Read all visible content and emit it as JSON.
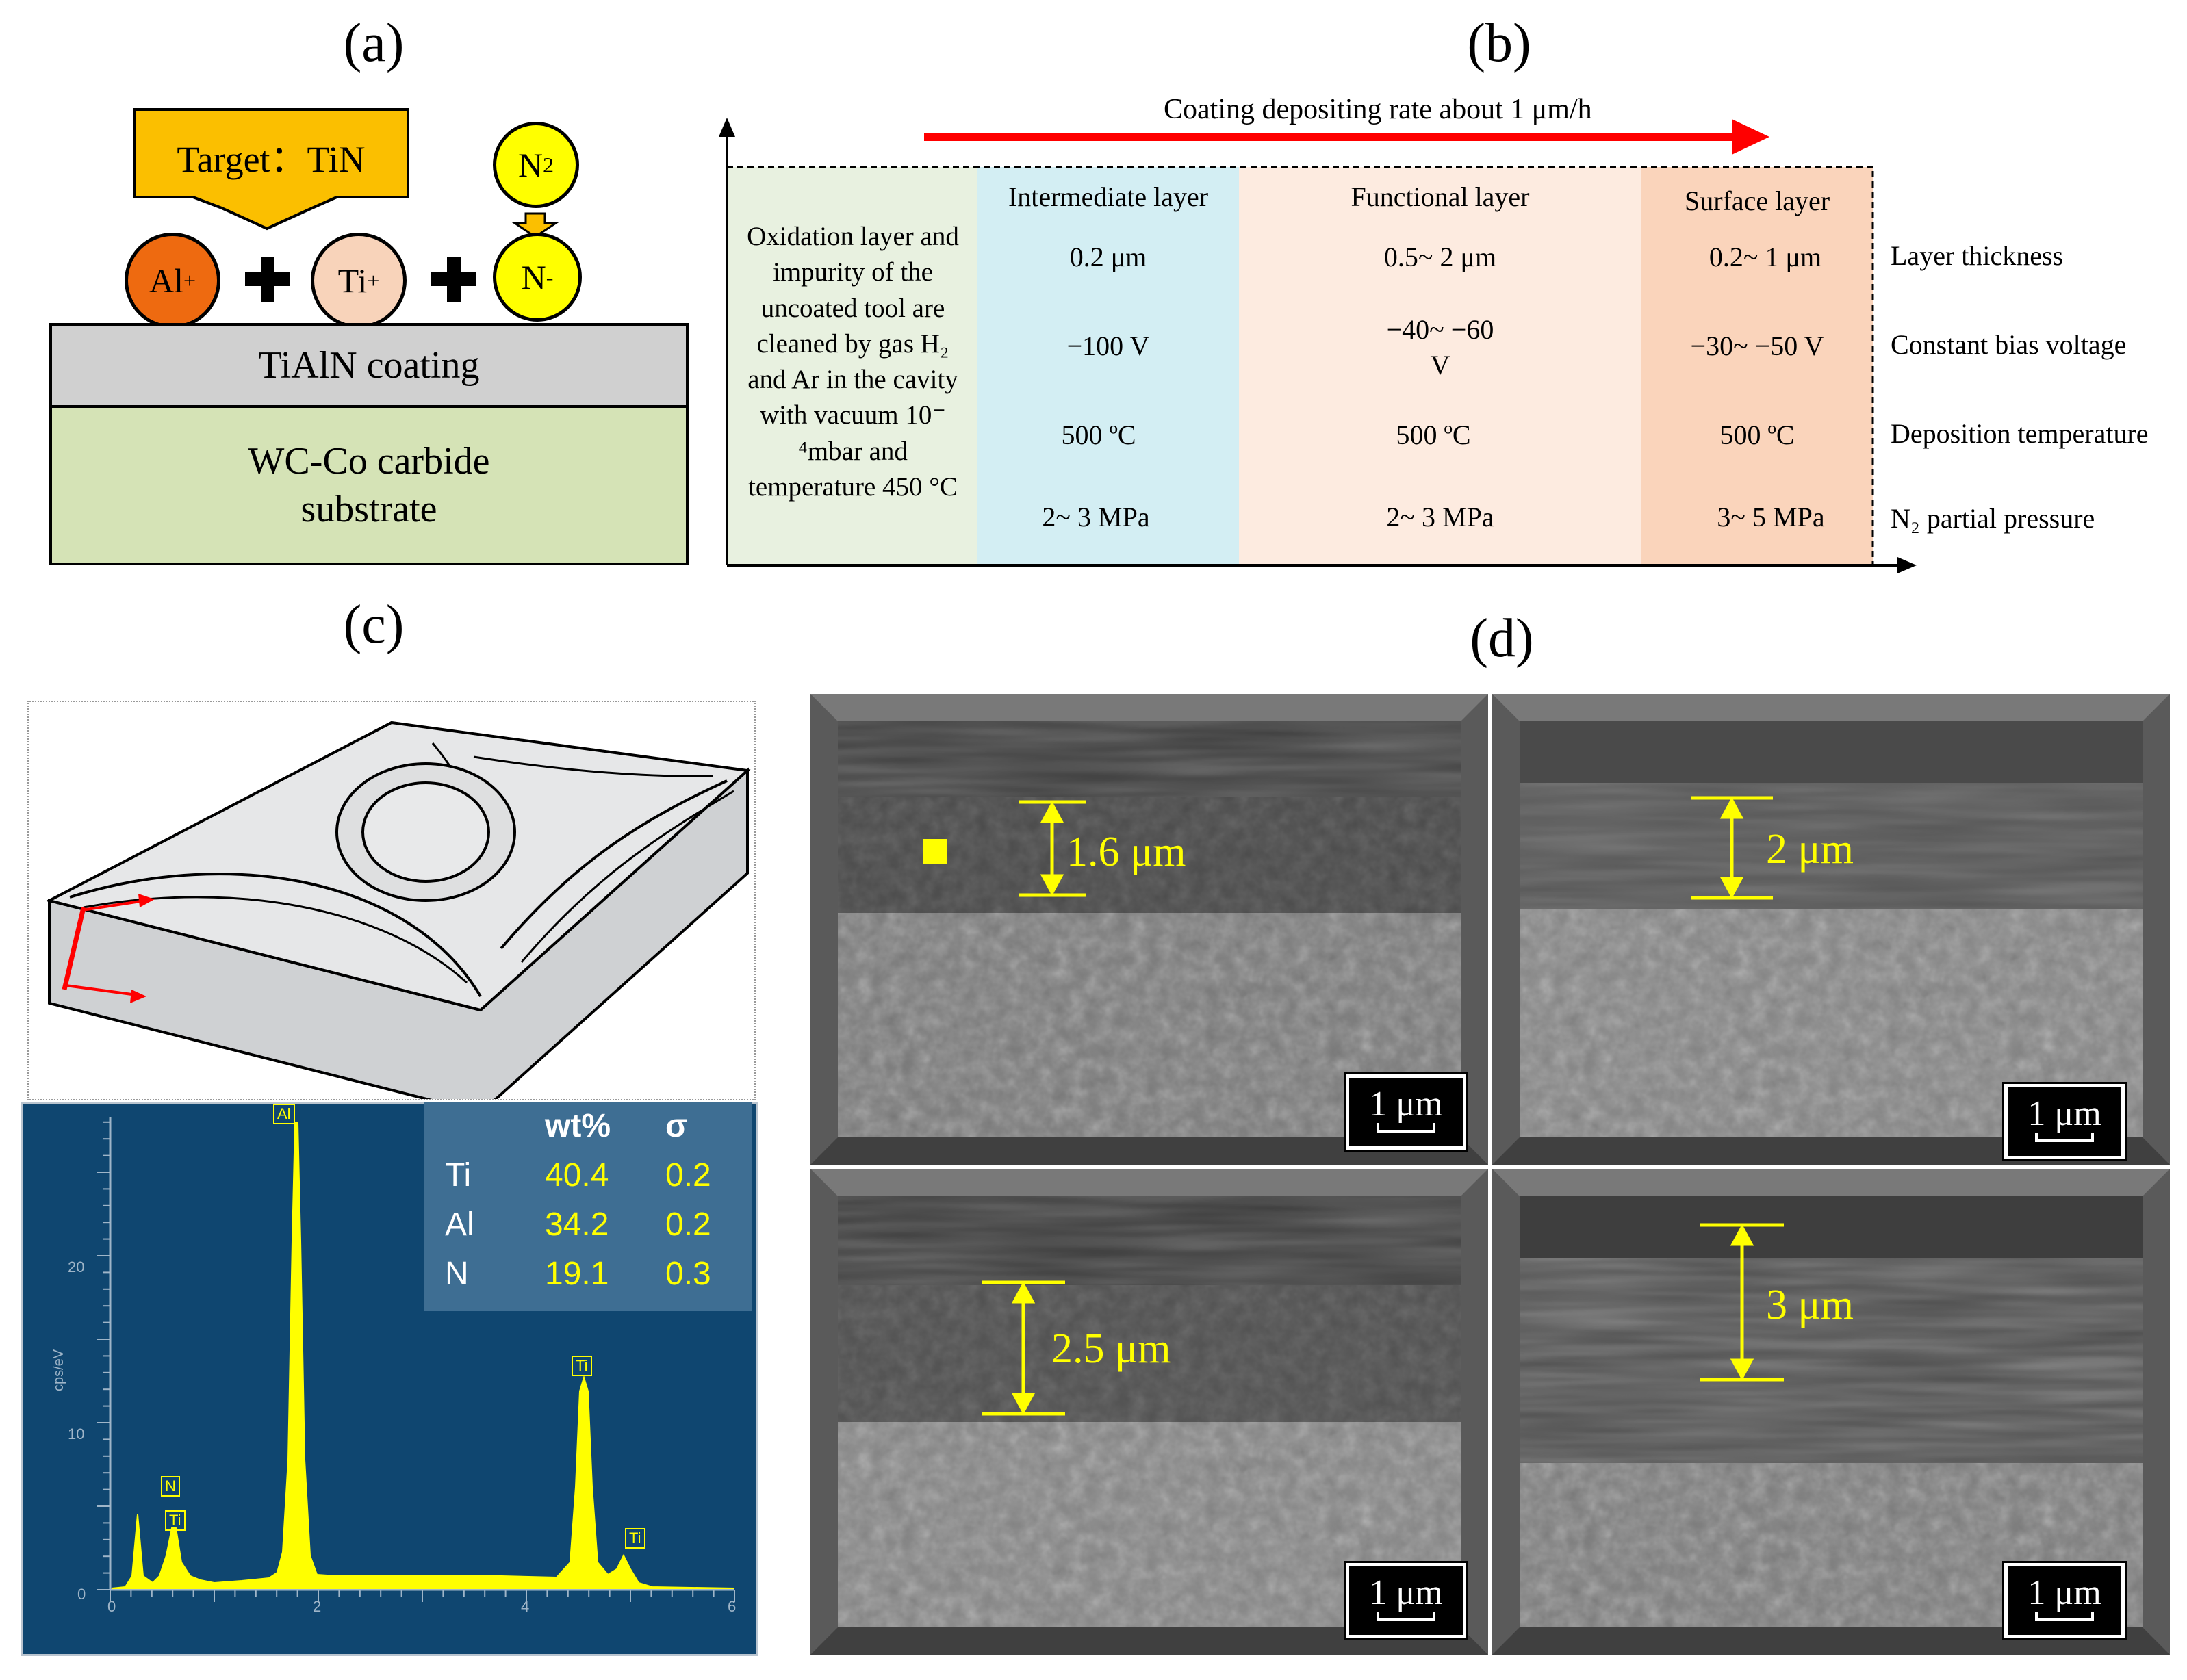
{
  "panels": {
    "a": {
      "label": "(a)",
      "target": "Target：TiN",
      "n2": "N",
      "n2_sub": "2",
      "ions": [
        {
          "base": "Al",
          "sup": "+",
          "color": "#ee6a10"
        },
        {
          "base": "Ti",
          "sup": "+",
          "color": "#f8d3ba"
        },
        {
          "base": "N",
          "sup": "-",
          "color": "#ffff00"
        }
      ],
      "coating": "TiAlN coating",
      "substrate_line1": "WC-Co carbide",
      "substrate_line2": "substrate"
    },
    "b": {
      "label": "(b)",
      "rate": "Coating depositing rate about 1 μm/h",
      "cleaning_lines": [
        "Oxidation layer and",
        "impurity of the",
        "uncoated tool are",
        "cleaned by gas H₂",
        "and Ar in the cavity",
        "with vacuum 10⁻",
        "⁴mbar and",
        "temperature 450 °C"
      ],
      "columns": [
        {
          "header": "Intermediate layer",
          "color": "#d3eef3",
          "thickness": "0.2 μm",
          "bias": "−100 V",
          "temperature": "500 ºC",
          "pressure": "2~ 3 MPa"
        },
        {
          "header": "Functional layer",
          "color": "#fdebe0",
          "thickness": "0.5~ 2 μm",
          "bias": "−40~ −60",
          "bias2": "V",
          "temperature": "500 ºC",
          "pressure": "2~ 3 MPa"
        },
        {
          "header": "Surface layer",
          "color": "#fad4bb",
          "thickness": "0.2~ 1 μm",
          "bias": "−30~ −50 V",
          "temperature": "500 ºC",
          "pressure": "3~ 5 MPa"
        }
      ],
      "properties": [
        "Layer thickness",
        "Constant bias voltage",
        "Deposition temperature",
        "N₂ partial pressure"
      ]
    },
    "c": {
      "label": "(c)",
      "eds_header": [
        "wt%",
        "σ"
      ],
      "eds_rows": [
        {
          "element": "Ti",
          "wt": "40.4",
          "sigma": "0.2"
        },
        {
          "element": "Al",
          "wt": "34.2",
          "sigma": "0.2"
        },
        {
          "element": "N",
          "wt": "19.1",
          "sigma": "0.3"
        }
      ],
      "y_axis_label": "cps/eV",
      "y_ticks": [
        "0",
        "10",
        "20"
      ],
      "x_ticks": [
        "0",
        "2",
        "4",
        "6"
      ],
      "peaks": [
        "N",
        "Ti",
        "Al",
        "Ti",
        "Ti"
      ]
    },
    "d": {
      "label": "(d)",
      "scale_bar": "1 μm",
      "images": [
        {
          "thickness": "1.6 μm"
        },
        {
          "thickness": "2 μm"
        },
        {
          "thickness": "2.5 μm"
        },
        {
          "thickness": "3 μm"
        }
      ]
    }
  }
}
